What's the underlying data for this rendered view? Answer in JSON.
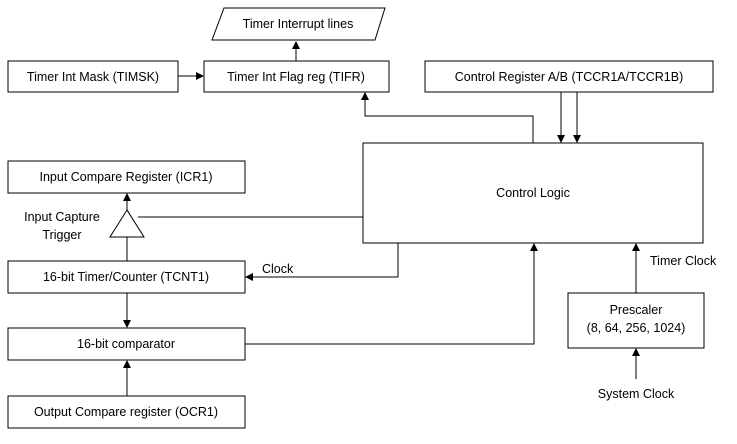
{
  "diagram": {
    "timer_interrupt_lines": "Timer Interrupt lines",
    "timsk": "Timer Int Mask (TIMSK)",
    "tifr": "Timer Int Flag reg (TIFR)",
    "tccr": "Control Register A/B (TCCR1A/TCCR1B)",
    "icr1": "Input Compare Register (ICR1)",
    "control_logic": "Control Logic",
    "input_capture_line1": "Input Capture",
    "input_capture_line2": "Trigger",
    "tcnt1": "16-bit Timer/Counter (TCNT1)",
    "clock": "Clock",
    "timer_clock": "Timer Clock",
    "prescaler_line1": "Prescaler",
    "prescaler_line2": "(8, 64, 256, 1024)",
    "comparator": "16-bit comparator",
    "ocr1": "Output Compare register (OCR1)",
    "system_clock": "System Clock"
  }
}
